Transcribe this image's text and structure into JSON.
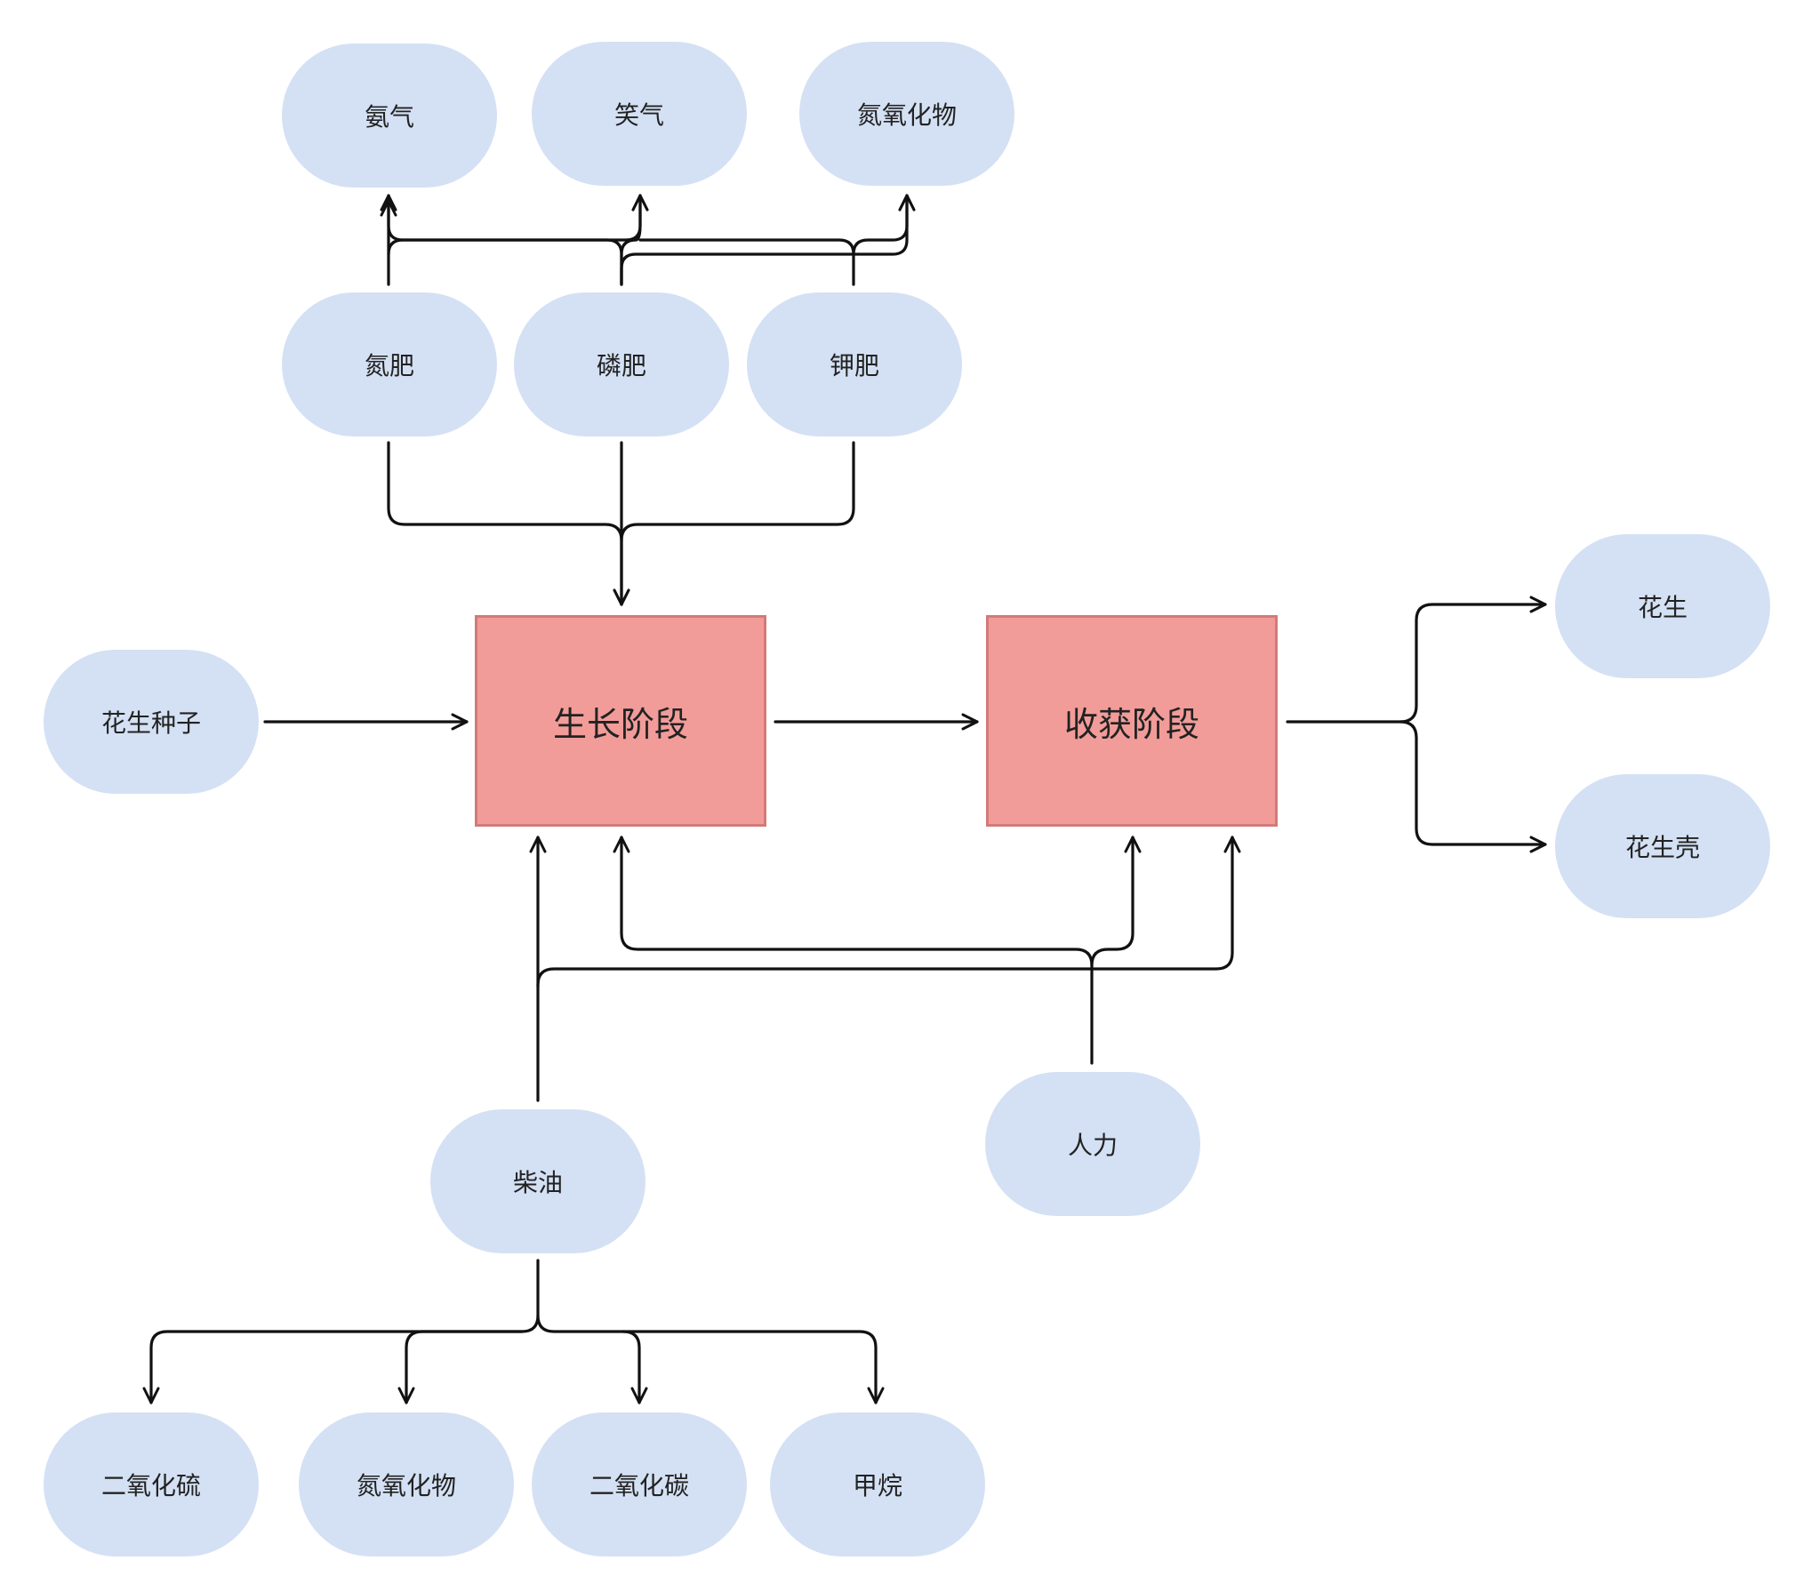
{
  "nodes": {
    "ammonia": "氨气",
    "laughing_gas": "笑气",
    "nitrogen_oxides_top": "氮氧化物",
    "nitrogen_fertilizer": "氮肥",
    "phosphate_fertilizer": "磷肥",
    "potash_fertilizer": "钾肥",
    "peanut_seed": "花生种子",
    "growth_stage": "生长阶段",
    "harvest_stage": "收获阶段",
    "peanut": "花生",
    "peanut_shell": "花生壳",
    "diesel": "柴油",
    "labor": "人力",
    "sulfur_dioxide": "二氧化硫",
    "nitrogen_oxides_bottom": "氮氧化物",
    "carbon_dioxide": "二氧化碳",
    "methane": "甲烷"
  },
  "colors": {
    "node_fill": "#d4e1f4",
    "stage_fill": "#f19c99",
    "stage_border": "#d47a78",
    "edge": "#111111"
  }
}
